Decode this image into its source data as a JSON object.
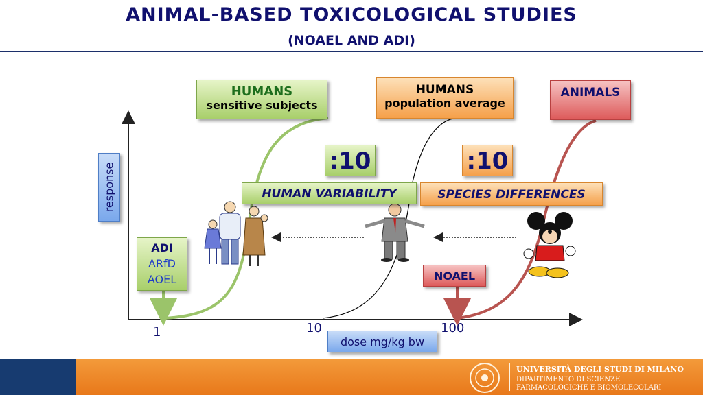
{
  "title": "ANIMAL-BASED TOXICOLOGICAL STUDIES",
  "subtitle": "(NOAEL AND ADI)",
  "boxes": {
    "humans_sensitive": {
      "line1": "HUMANS",
      "line2": "sensitive subjects"
    },
    "humans_average": {
      "line1": "HUMANS",
      "line2": "population average"
    },
    "animals": "ANIMALS",
    "factor_human": ":10",
    "factor_species": ":10",
    "human_variability": "HUMAN VARIABILITY",
    "species_differences": "SPECIES DIFFERENCES",
    "response": "response",
    "adi": {
      "line1": "ADI",
      "line2": "ARfD",
      "line3": "AOEL"
    },
    "noael": "NOAEL",
    "dose": "dose mg/kg bw"
  },
  "ticks": {
    "t1": "1",
    "t10": "10",
    "t100": "100"
  },
  "footer": {
    "university": "UNIVERSITÀ DEGLI STUDI DI MILANO",
    "dept1": "DIPARTIMENTO DI SCIENZE",
    "dept2": "FARMACOLOGICHE E BIOMOLECOLARI"
  },
  "icons": [
    "family-icon",
    "businessman-icon",
    "mouse-cartoon-icon",
    "university-seal-icon"
  ],
  "colors": {
    "title": "#10106e",
    "green_curve": "#9bc46a",
    "red_curve": "#b85450",
    "black_curve": "#000000",
    "footer_orange": "#ee8a2a",
    "footer_navy": "#173b70"
  }
}
